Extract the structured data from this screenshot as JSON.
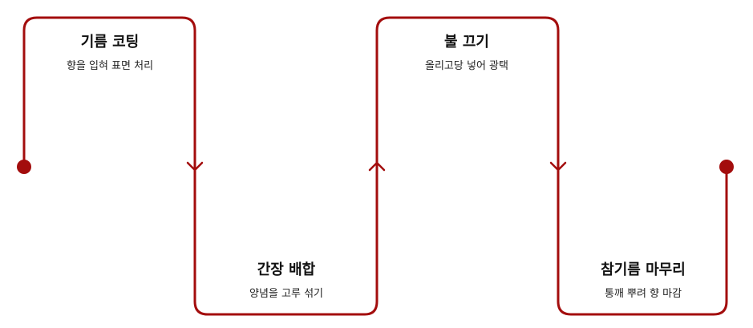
{
  "colors": {
    "line": "#a30d0d",
    "text": "#111111"
  },
  "steps": [
    {
      "title": "기름 코팅",
      "description": "향을 입혀 표면 처리"
    },
    {
      "title": "간장 배합",
      "description": "양념을 고루 섞기"
    },
    {
      "title": "불 끄기",
      "description": "올리고당 넣어 광택"
    },
    {
      "title": "참기름 마무리",
      "description": "통깨 뿌려 향 마감"
    }
  ]
}
